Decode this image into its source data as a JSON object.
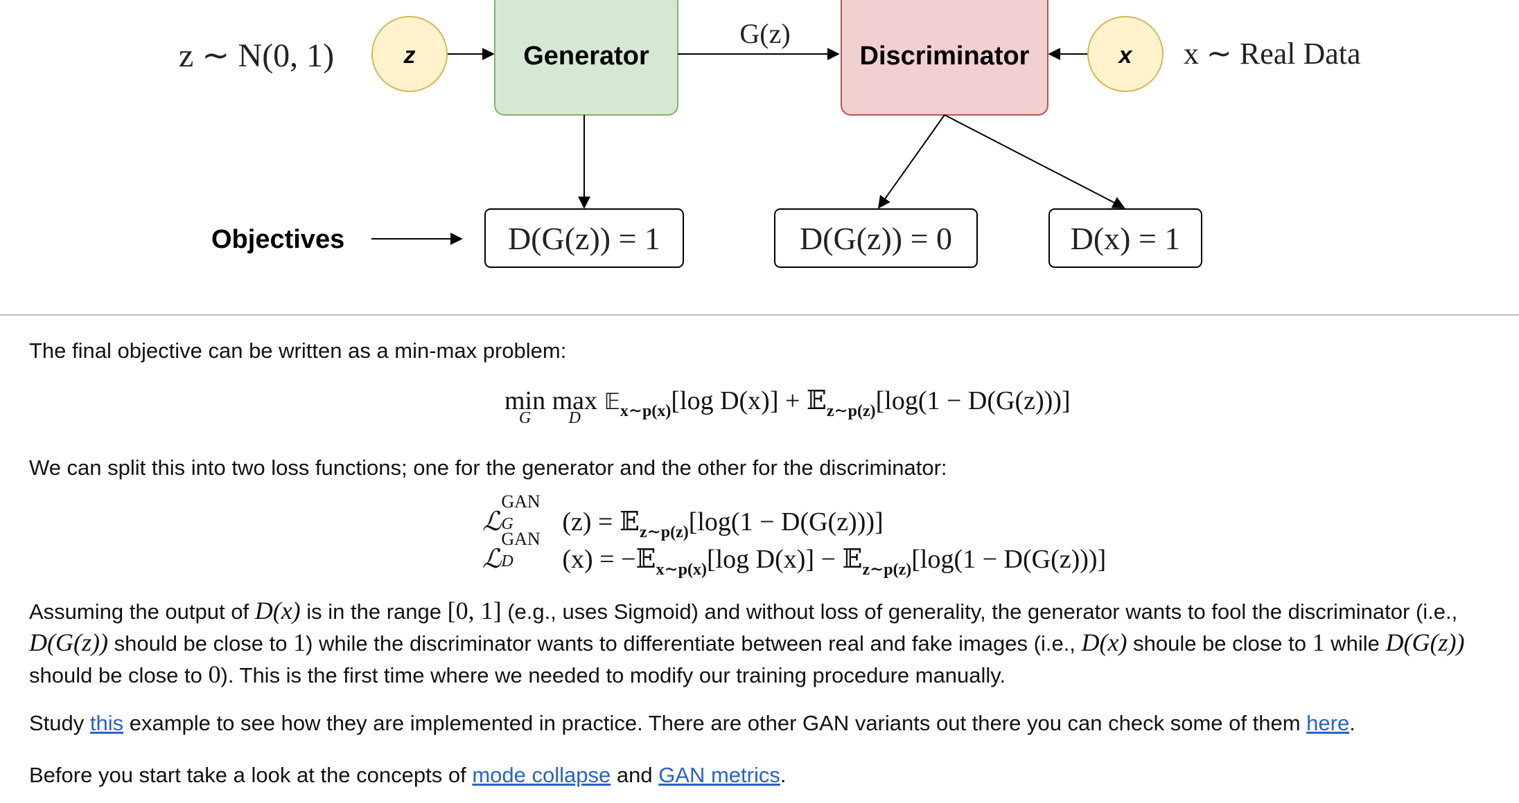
{
  "diagram": {
    "z_dist_label": "z ∼ N(0, 1)",
    "z_node": "z",
    "generator": "Generator",
    "gz_edge_label": "G(z)",
    "discriminator": "Discriminator",
    "x_node": "x",
    "x_dist_label": "x ∼ Real Data",
    "objectives_label": "Objectives",
    "objective_gen": "D(G(z)) = 1",
    "objective_disc_fake": "D(G(z)) = 0",
    "objective_disc_real": "D(x) = 1",
    "colors": {
      "node_fill": "#fff2cc",
      "node_stroke": "#d6b656",
      "generator_fill": "#d5e8d4",
      "generator_stroke": "#82b366",
      "discriminator_fill": "#f0d0d0",
      "discriminator_stroke": "#b85450"
    }
  },
  "text": {
    "para1": "The final objective can be written as a min-max problem:",
    "eq1": {
      "min": "min",
      "min_under": "G",
      "max": "max",
      "max_under": "D",
      "body": "[log D(x)] + 𝔼",
      "expect_sub_x": "x∼p(x)",
      "expect_sub_z": "z∼p(z)",
      "tail": "[log(1 − D(G(z)))]"
    },
    "para2": "We can split this into two loss functions; one for the generator and the other for the discriminator:",
    "eq2": {
      "lhs": "ℒ",
      "sup": "GAN",
      "sub": "G",
      "arg": "(z) = 𝔼",
      "sub_z": "z∼p(z)",
      "rhs": "[log(1 − D(G(z)))]"
    },
    "eq3": {
      "lhs": "ℒ",
      "sup": "GAN",
      "sub": "D",
      "arg": "(x) = −𝔼",
      "sub_x": "x∼p(x)",
      "mid": "[log D(x)] − 𝔼",
      "sub_z": "z∼p(z)",
      "rhs": "[log(1 − D(G(z)))]"
    },
    "para3": {
      "l1_a": "Assuming the output of ",
      "l1_dx": "D(x)",
      "l1_b": " is in the range ",
      "l1_range": "[0, 1]",
      "l1_c": " (e.g., uses Sigmoid) and without loss of generality, the generator wants to fool the discriminator (i.e.,",
      "l2_dgz": "D(G(z))",
      "l2_a": " should be close to ",
      "l2_one": "1",
      "l2_b": ") while the discriminator wants to differentiate between real and fake images (i.e., ",
      "l2_dx": "D(x)",
      "l2_c": " shoule be close to ",
      "l2_one_b": "1",
      "l2_d": " while ",
      "l2_dgz_b": "D(G(z))",
      "l3_a": "should be close to ",
      "l3_zero": "0",
      "l3_b": "). This is the first time where we needed to modify our training procedure manually."
    },
    "para4": {
      "a": "Study ",
      "link": "this",
      "b": " example to see how they are implemented in practice. There are other GAN variants out there you can check some of them ",
      "link2": "here",
      "c": "."
    },
    "para5": {
      "a": "Before you start take a look at the concepts of ",
      "link": "mode collapse",
      "b": " and ",
      "link2": "GAN metrics",
      "c": "."
    }
  }
}
